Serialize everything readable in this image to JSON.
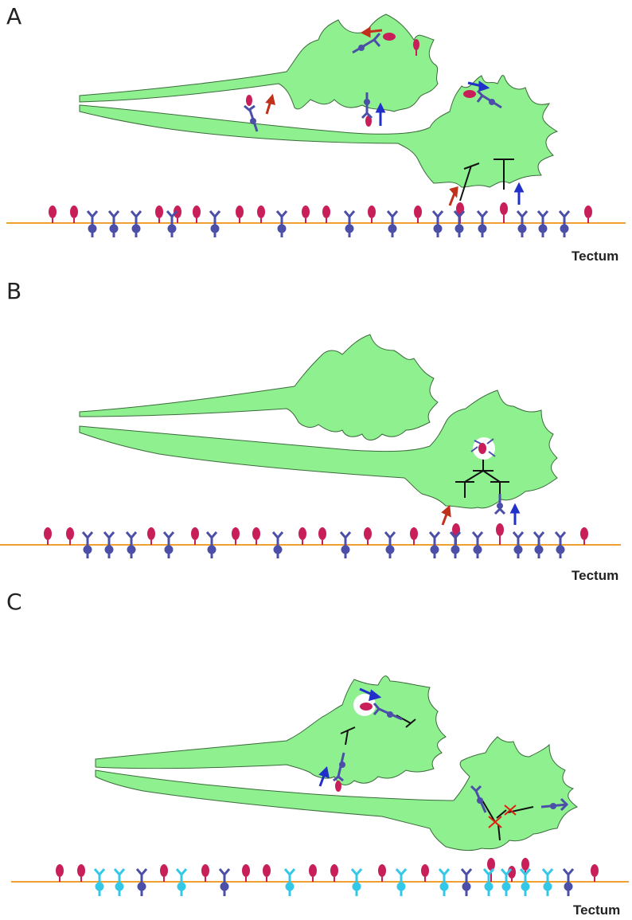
{
  "panels": [
    {
      "letter": "A",
      "surface_label": "Tectum"
    },
    {
      "letter": "B",
      "surface_label": "Tectum"
    },
    {
      "letter": "C",
      "surface_label": "Tectum"
    }
  ],
  "colors": {
    "growth_cone": "#8ff090",
    "growth_cone_outline": "#3a6a3a",
    "tectum_line": "#f0a030",
    "ligand": "#c81e5a",
    "receptor": "#4b4fa8",
    "receptor_alt": "#34c8e8",
    "arrow_red": "#c0301a",
    "arrow_blue": "#2030c8",
    "inhibit": "#111111",
    "cross": "#e02010"
  }
}
